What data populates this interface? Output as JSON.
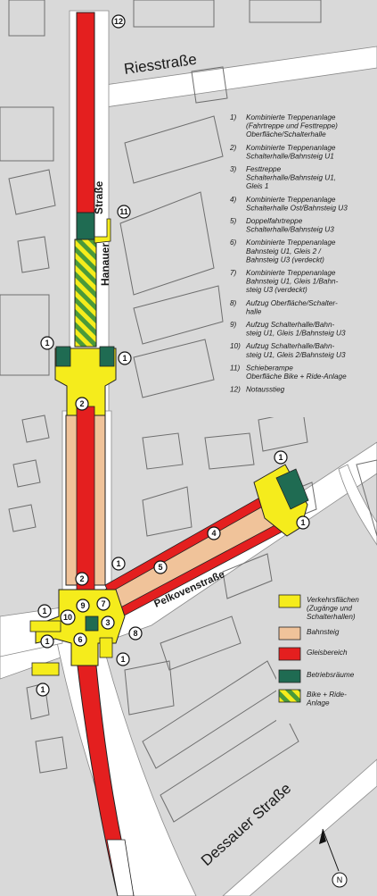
{
  "streets": {
    "riess": "Riesstraße",
    "hanauer_1": "Straße",
    "hanauer_2": "Hanauer",
    "pelkoven": "Pelkovenstraße",
    "dessauer": "Dessauer Straße"
  },
  "north_label": "N",
  "notes": [
    {
      "num": "1)",
      "lines": [
        "Kombinierte Treppenanlage",
        "(Fahrtreppe und Festtreppe)",
        "Oberfläche/Schalterhalle"
      ]
    },
    {
      "num": "2)",
      "lines": [
        "Kombinierte Treppenanlage",
        "Schalterhalle/Bahnsteig U1"
      ]
    },
    {
      "num": "3)",
      "lines": [
        "Festtreppe",
        "Schalterhalle/Bahnsteig U1,",
        "Gleis 1"
      ]
    },
    {
      "num": "4)",
      "lines": [
        "Kombinierte Treppenanlage",
        "Schalterhalle Ost/Bahnsteig U3"
      ]
    },
    {
      "num": "5)",
      "lines": [
        "Doppelfahrtreppe",
        "Schalterhalle/Bahnsteig U3"
      ]
    },
    {
      "num": "6)",
      "lines": [
        "Kombinierte Treppenanlage",
        "Bahnsteig U1, Gleis 2 /",
        "Bahnsteig U3 (verdeckt)"
      ]
    },
    {
      "num": "7)",
      "lines": [
        "Kombinierte Treppenanlage",
        "Bahnsteig U1, Gleis 1/Bahn-",
        "steig U3 (verdeckt)"
      ]
    },
    {
      "num": "8)",
      "lines": [
        "Aufzug Oberfläche/Schalter-",
        "halle"
      ]
    },
    {
      "num": "9)",
      "lines": [
        "Aufzug Schalterhalle/Bahn-",
        "steig U1, Gleis 1/Bahnsteig U3"
      ]
    },
    {
      "num": "10)",
      "lines": [
        "Aufzug Schalterhalle/Bahn-",
        "steig U1, Gleis 2/Bahnsteig U3"
      ]
    },
    {
      "num": "11)",
      "lines": [
        "Schieberampe",
        "Oberfläche Bike + Ride-Anlage"
      ]
    },
    {
      "num": "12)",
      "lines": [
        "Notausstieg"
      ]
    }
  ],
  "legend": [
    {
      "key": "verkehr",
      "lines": [
        "Verkehrsflächen",
        "(Zugänge und",
        "Schalterhallen)"
      ],
      "color": "#f5ec1c"
    },
    {
      "key": "bahnsteig",
      "lines": [
        "Bahnsteig"
      ],
      "color": "#f0c39a"
    },
    {
      "key": "gleis",
      "lines": [
        "Gleisbereich"
      ],
      "color": "#e41f1f"
    },
    {
      "key": "betrieb",
      "lines": [
        "Betriebsräume"
      ],
      "color": "#1f6b52"
    },
    {
      "key": "bike",
      "lines": [
        "Bike + Ride-",
        "Anlage"
      ],
      "color": "hatch"
    }
  ],
  "colors": {
    "background": "#d9d9d9",
    "street": "#ffffff",
    "yellow": "#f5ec1c",
    "platform": "#f0c39a",
    "track": "#e41f1f",
    "service": "#1f6b52",
    "hatch_green": "#4a9a3a"
  },
  "markers": [
    "1",
    "1",
    "1",
    "1",
    "1",
    "1",
    "1",
    "1",
    "1",
    "2",
    "2",
    "3",
    "4",
    "5",
    "6",
    "7",
    "8",
    "9",
    "10",
    "11",
    "12"
  ]
}
